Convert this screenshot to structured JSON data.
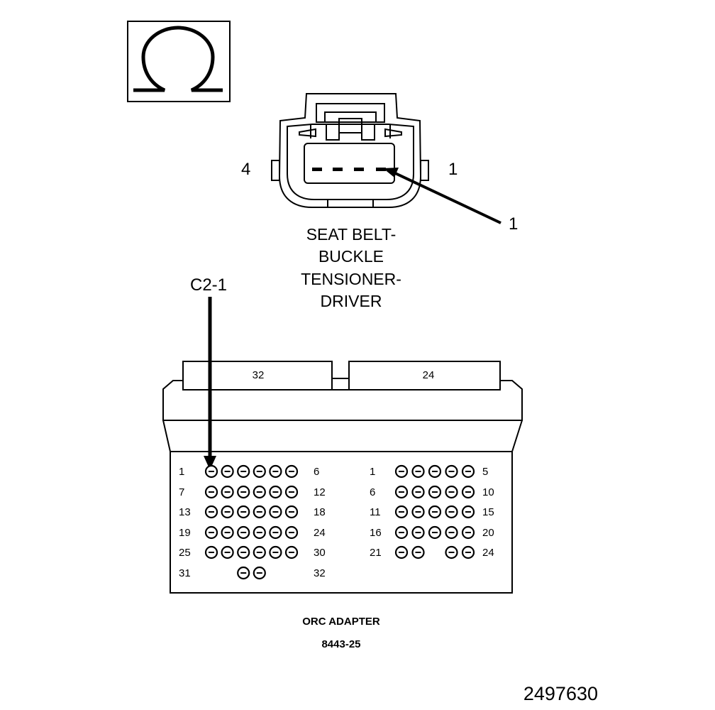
{
  "symbol": {
    "name": "ohm-icon"
  },
  "seat_belt_connector": {
    "pin_left_label": "4",
    "pin_right_label": "1",
    "callout_label": "1",
    "title_lines": [
      "SEAT BELT-",
      "BUCKLE",
      "TENSIONER-",
      "DRIVER"
    ]
  },
  "callout_c2": {
    "label": "C2-1"
  },
  "orc_adapter": {
    "left_tab_label": "32",
    "right_tab_label": "24",
    "left_block": {
      "rows": [
        {
          "start": "1",
          "end": "6",
          "pins": 6
        },
        {
          "start": "7",
          "end": "12",
          "pins": 6
        },
        {
          "start": "13",
          "end": "18",
          "pins": 6
        },
        {
          "start": "19",
          "end": "24",
          "pins": 6
        },
        {
          "start": "25",
          "end": "30",
          "pins": 6
        },
        {
          "start": "31",
          "end": "32",
          "pins": 2
        }
      ]
    },
    "right_block": {
      "rows": [
        {
          "start": "1",
          "end": "5",
          "pins": 5
        },
        {
          "start": "6",
          "end": "10",
          "pins": 5
        },
        {
          "start": "11",
          "end": "15",
          "pins": 5
        },
        {
          "start": "16",
          "end": "20",
          "pins": 5
        },
        {
          "start": "21",
          "end": "24",
          "pins": 4
        }
      ]
    },
    "title": "ORC ADAPTER",
    "part_number": "8443-25"
  },
  "figure_id": "2497630"
}
